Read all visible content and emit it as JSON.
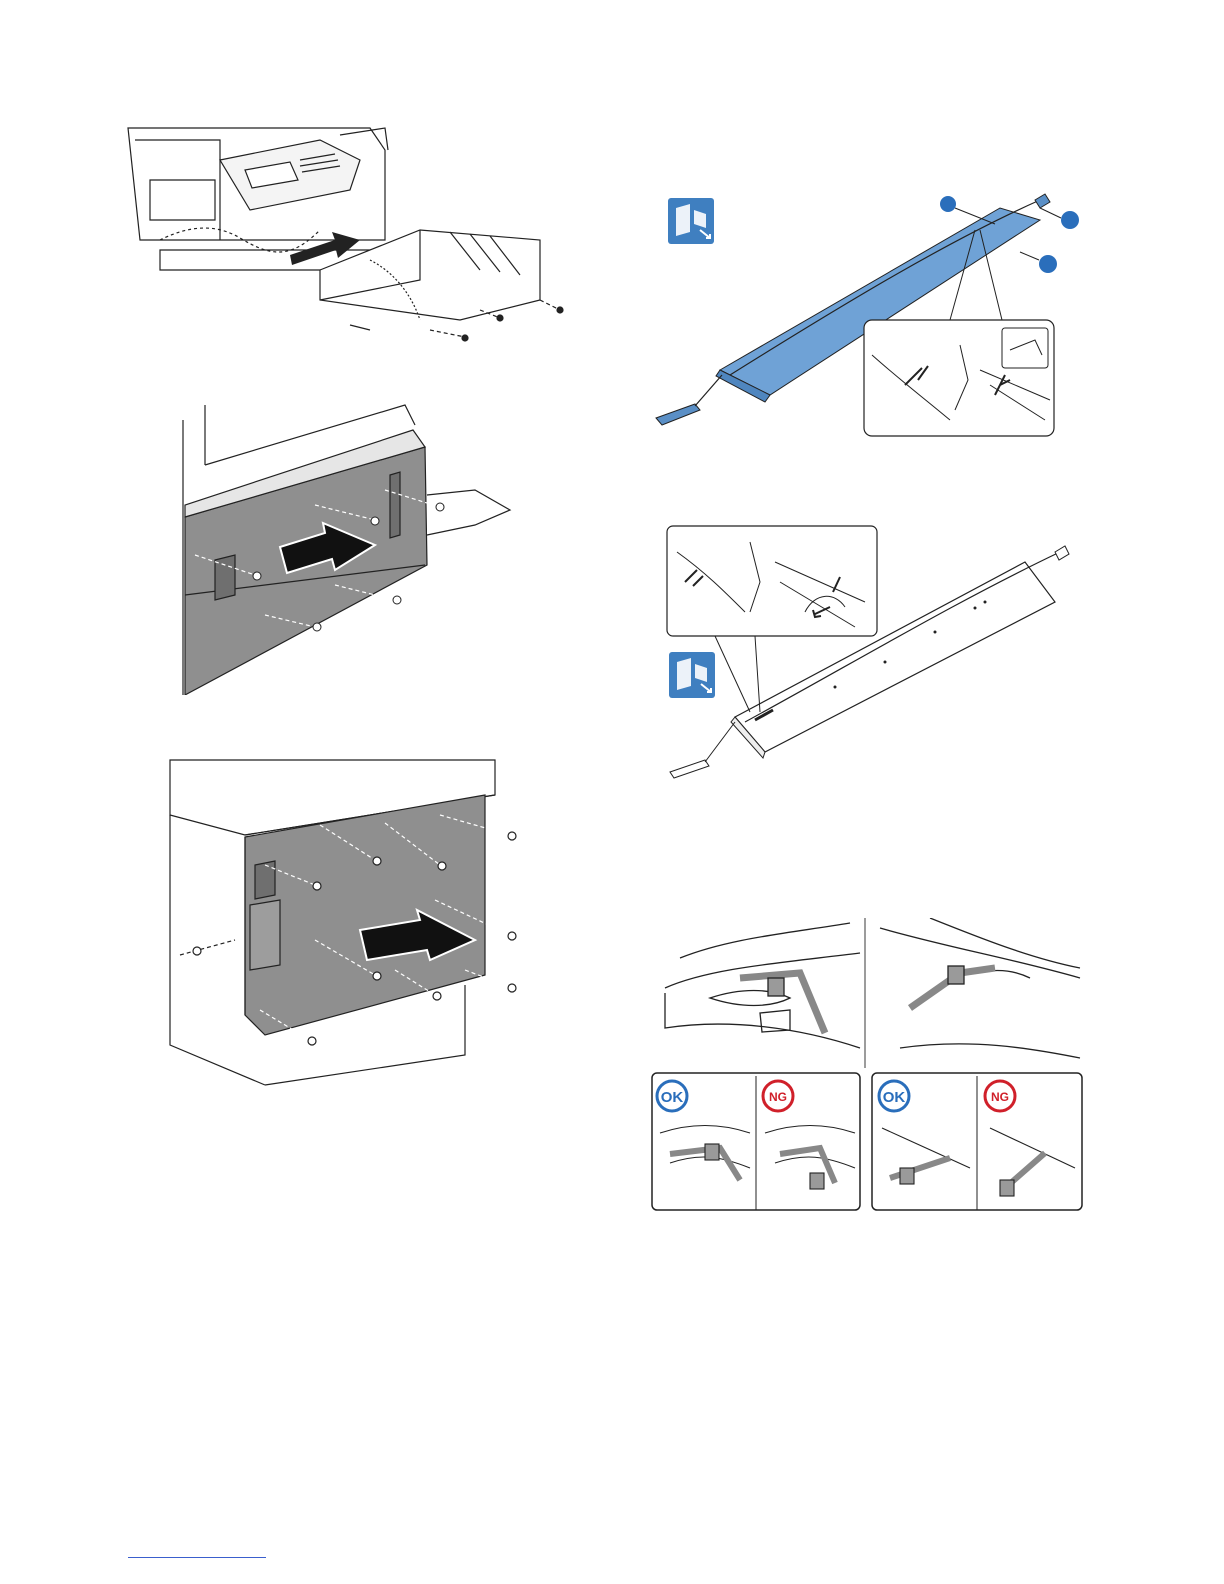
{
  "page": {
    "title": "",
    "footer_rule_color": "#3a5fcd"
  },
  "figures": {
    "top_left": {
      "icon": "paper-exit-tray-install-figure"
    },
    "middle_left": {
      "icon": "left-cabinet-cover-install-figure"
    },
    "bottom_left": {
      "icon": "rear-cabinet-cover-install-figure"
    },
    "top_right": {
      "icon": "harness-rail-blue-highlight-figure",
      "accent": "#4f8fc8"
    },
    "middle_right": {
      "icon": "harness-rail-detail-figure"
    },
    "bottom_right": {
      "icon": "cable-tie-ok-ng-figure"
    }
  },
  "judgement": {
    "ok_label": "OK",
    "ng_label": "NG",
    "ok_color": "#2a6ebb",
    "ng_color": "#d0202a"
  },
  "colors": {
    "accent_blue": "#3f7fc0",
    "panel_gray": "#8a8a8a",
    "line": "#222222"
  }
}
